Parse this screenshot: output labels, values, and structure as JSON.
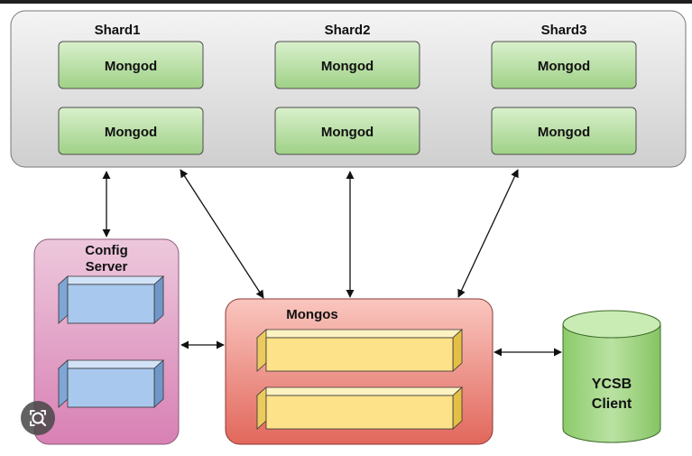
{
  "shards": [
    {
      "title": "Shard1",
      "nodes": [
        "Mongod",
        "Mongod"
      ]
    },
    {
      "title": "Shard2",
      "nodes": [
        "Mongod",
        "Mongod"
      ]
    },
    {
      "title": "Shard3",
      "nodes": [
        "Mongod",
        "Mongod"
      ]
    }
  ],
  "config_server": {
    "line1": "Config",
    "line2": "Server"
  },
  "mongos": {
    "title": "Mongos"
  },
  "client": {
    "line1": "YCSB",
    "line2": "Client"
  },
  "overlay": {
    "icon": "lens-search-icon"
  },
  "colors": {
    "shard_fill": "#e6e6e6",
    "mongod_fill": "#b6e0a2",
    "config_fill": "#e2a6c8",
    "mongos_fill": "#ee8a80",
    "client_fill": "#9ed67f",
    "blue_box": "#a9c8ee",
    "yellow_box": "#fde28a"
  }
}
